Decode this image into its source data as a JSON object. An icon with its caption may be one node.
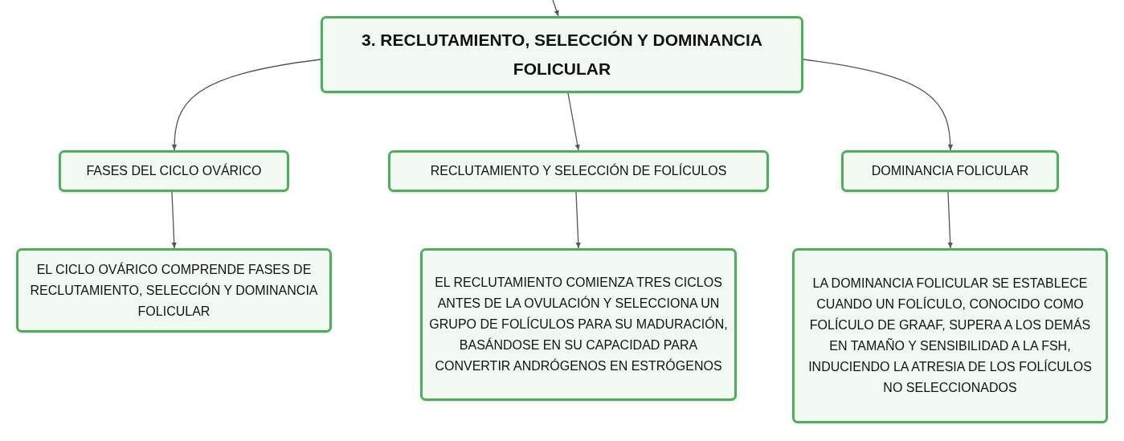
{
  "diagram": {
    "nodes": [
      {
        "text": [
          "3. RECLUTAMIENTO, SELECCIÓN Y DOMINANCIA FOLICULAR"
        ]
      },
      {
        "text": [
          "FASES DEL CICLO OVÁRICO"
        ]
      },
      {
        "text": [
          "RECLUTAMIENTO Y SELECCIÓN DE FOLÍCULOS"
        ]
      },
      {
        "text": [
          "DOMINANCIA FOLICULAR"
        ]
      },
      {
        "text": [
          "EL CICLO OVÁRICO COMPRENDE FASES DE RECLUTAMIENTO, SELECCIÓN Y DOMINANCIA FOLICULAR"
        ]
      },
      {
        "text": [
          "EL RECLUTAMIENTO COMIENZA TRES CICLOS ANTES DE LA OVULACIÓN Y SELECCIONA UN GRUPO DE FOLÍCULOS PARA SU MADURACIÓN, BASÁNDOSE EN SU CAPACIDAD PARA CONVERTIR ANDRÓGENOS EN ESTRÓGENOS"
        ]
      },
      {
        "text": [
          "LA DOMINANCIA FOLICULAR SE ESTABLECE CUANDO UN FOLÍCULO, CONOCIDO COMO FOLÍCULO DE GRAAF, SUPERA A LOS DEMÁS EN TAMAÑO Y SENSIBILIDAD A LA FSH, INDUCIENDO LA ATRESIA DE LOS FOLÍCULOS NO SELECCIONADOS"
        ]
      }
    ],
    "edges": [
      {
        "from": null,
        "to": 0,
        "arrow": "to"
      },
      {
        "from": 0,
        "to": 1,
        "arrow": "to"
      },
      {
        "from": 0,
        "to": 2,
        "arrow": "to"
      },
      {
        "from": 0,
        "to": 3,
        "arrow": "to"
      },
      {
        "from": 1,
        "to": 4,
        "arrow": "to"
      },
      {
        "from": 2,
        "to": 5,
        "arrow": "to"
      },
      {
        "from": 3,
        "to": 6,
        "arrow": "to"
      }
    ]
  }
}
